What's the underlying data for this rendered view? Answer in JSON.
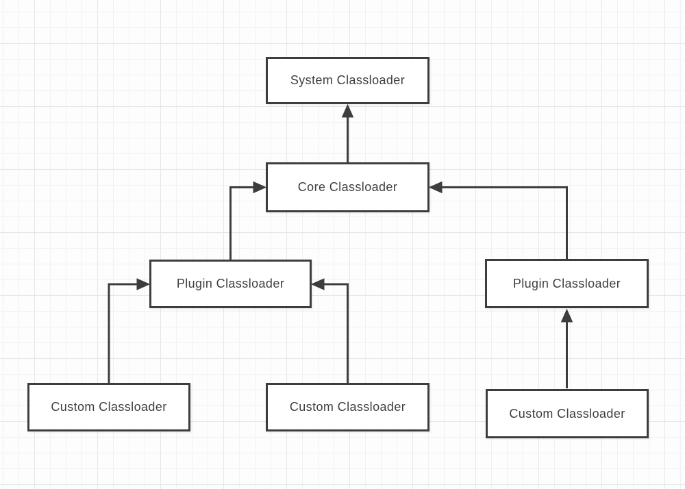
{
  "diagram": {
    "nodes": [
      {
        "label": "System Classloader"
      },
      {
        "label": "Core Classloader"
      },
      {
        "label": "Plugin Classloader"
      },
      {
        "label": "Plugin Classloader"
      },
      {
        "label": "Custom Classloader"
      },
      {
        "label": "Custom Classloader"
      },
      {
        "label": "Custom Classloader"
      }
    ],
    "edges": [
      {
        "from": "core-classloader",
        "to": "system-classloader"
      },
      {
        "from": "plugin-classloader-left",
        "to": "core-classloader"
      },
      {
        "from": "plugin-classloader-right",
        "to": "core-classloader"
      },
      {
        "from": "custom-classloader-left",
        "to": "plugin-classloader-left"
      },
      {
        "from": "custom-classloader-middle",
        "to": "plugin-classloader-left"
      },
      {
        "from": "custom-classloader-right",
        "to": "plugin-classloader-right"
      }
    ],
    "colors": {
      "stroke": "#3d3d3d",
      "node_fill": "#ffffff",
      "label_text": "#3e3e3e",
      "background": "#fdfdfd",
      "grid_minor": "#f1f1f4",
      "grid_major": "#e7e7ea"
    }
  }
}
